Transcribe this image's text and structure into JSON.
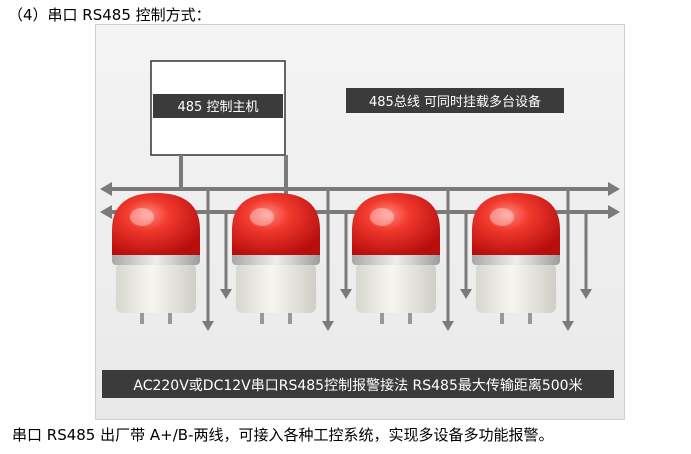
{
  "document": {
    "heading": "（4）串口 RS485 控制方式：",
    "caption": "串口 RS485 出厂带 A+/B-两线，可接入各种工控系统，实现多设备多功能报警。"
  },
  "figure": {
    "controller_label": "485 控制主机",
    "bus_label": "485总线 可同时挂载多台设备",
    "bottom_label": "AC220V或DC12V串口RS485控制报警接法 RS485最大传输距离500米",
    "device_count": 4,
    "colors": {
      "lamp_red": "#e51e1e",
      "label_bg": "#3b3b3b",
      "bus_line": "#7a7a7a",
      "base": "#ecebe4"
    },
    "icons": [
      "red-alarm-lamp-icon",
      "bus-arrow-icon"
    ]
  }
}
